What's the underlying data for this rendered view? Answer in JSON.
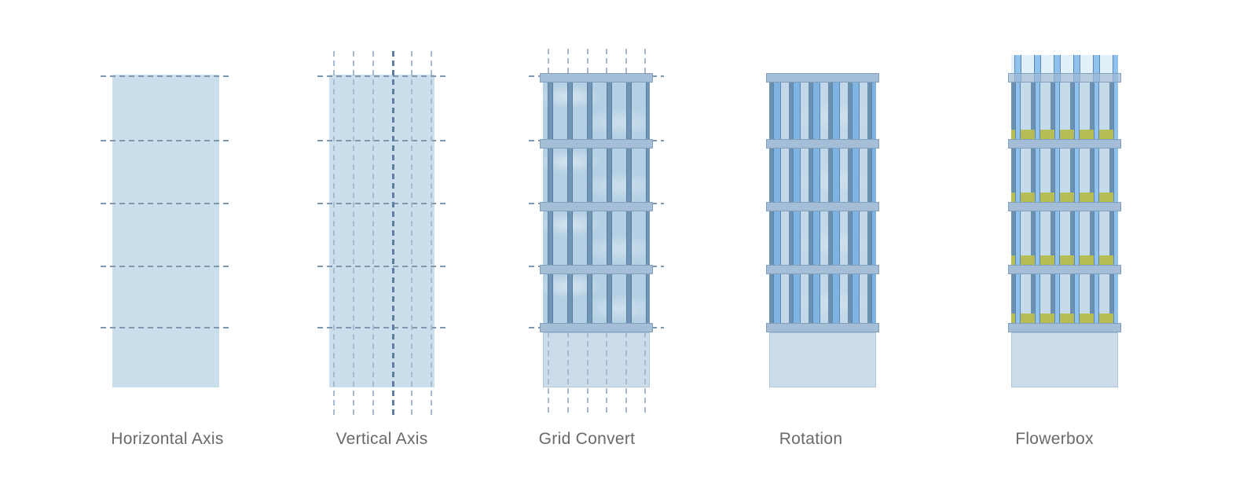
{
  "diagram": {
    "panels": [
      {
        "label": "Horizontal Axis"
      },
      {
        "label": "Vertical Axis"
      },
      {
        "label": "Grid Convert"
      },
      {
        "label": "Rotation"
      },
      {
        "label": "Flowerbox"
      }
    ]
  },
  "colors": {
    "background": "#ffffff",
    "massing_fill": "#cbdeec",
    "guide": "#8097b0",
    "guide_light": "#a7bacf",
    "guide_dark": "#5f7da1",
    "glass_sky": "#b4d0e4",
    "glass_light": "#c6dbea",
    "mullion": "#7195b5",
    "mullion_edge": "#587ea1",
    "band": "#a3bed6",
    "band_edge": "#82a0bc",
    "bright": "#7fb4e2",
    "bright_edge": "#5d86b4",
    "bright_protrude": "#8fc2ec",
    "fin_dark": "#6b90b0",
    "flowerbox_yellow": "#b6bd55",
    "base_fill": "#cddcea",
    "base_edge": "#afc5d9",
    "top_sky": "#e2f0fa",
    "label_text": "#696969"
  }
}
